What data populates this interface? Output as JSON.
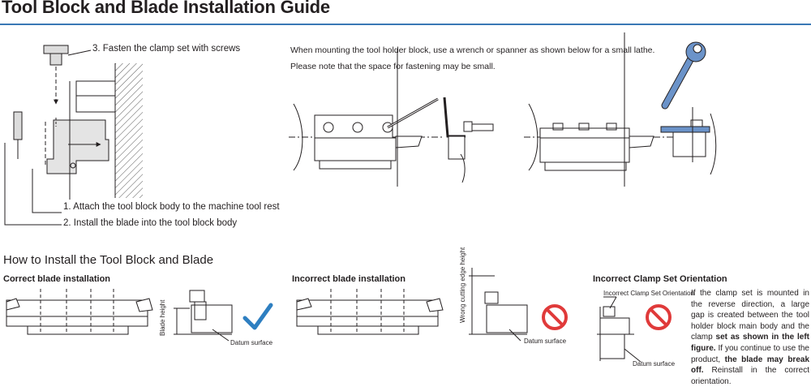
{
  "title": "Tool Block and Blade Installation Guide",
  "steps": {
    "step1": "1. Attach the tool block body to the machine tool rest",
    "step2": "2. Install the blade into the tool block body",
    "step3": "3. Fasten the clamp set with screws"
  },
  "mounting_note": {
    "line1": "When mounting the tool holder block, use a wrench or spanner as shown below for a small lathe.",
    "line2": "Please note that the space for fastening may be small."
  },
  "section_heading": "How to Install the Tool Block and Blade",
  "correct": {
    "heading": "Correct blade installation",
    "blade_height": "Blade height",
    "datum": "Datum surface"
  },
  "incorrect_blade": {
    "heading": "Incorrect blade installation",
    "wrong_height": "Wrong cutting edge height",
    "datum": "Datum surface"
  },
  "incorrect_clamp": {
    "heading": "Incorrect Clamp Set Orientation",
    "callout": "Incorrect Clamp Set Orientation",
    "datum": "Datum surface",
    "note_a": "If the clamp set is mounted in the reverse direction, a large gap is created between the tool holder block main body and the clamp ",
    "note_b": "set as shown in the left figure.",
    "note_c": " If you continue to use the product, ",
    "note_d": "the blade may break off.",
    "note_e": " Reinstall in the correct orientation."
  },
  "colors": {
    "accent_rule": "#3a78b5",
    "check": "#2e7fc1",
    "prohibit": "#e03a3a",
    "wrench": "#6b93c9"
  }
}
